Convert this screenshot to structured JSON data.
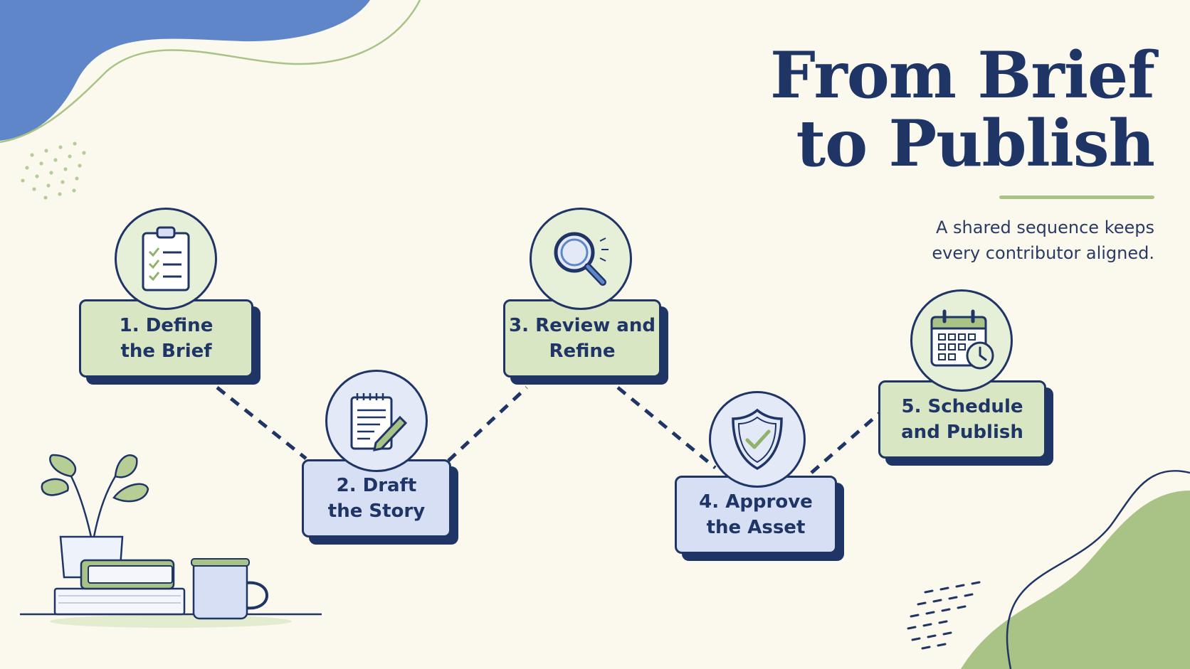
{
  "title": {
    "line1": "From Brief",
    "line2": "to Publish"
  },
  "subtitle": {
    "line1": "A shared sequence keeps",
    "line2": "every contributor aligned."
  },
  "steps": [
    {
      "line1": "1. Define",
      "line2": "the Brief",
      "icon": "clipboard-checklist-icon",
      "color": "#d9e6c3"
    },
    {
      "line1": "2. Draft",
      "line2": "the Story",
      "icon": "notepad-pencil-icon",
      "color": "#d6dff3"
    },
    {
      "line1": "3. Review and",
      "line2": "Refine",
      "icon": "magnifier-icon",
      "color": "#d9e6c3"
    },
    {
      "line1": "4. Approve",
      "line2": "the Asset",
      "icon": "shield-check-icon",
      "color": "#d6dff3"
    },
    {
      "line1": "5. Schedule",
      "line2": "and Publish",
      "icon": "calendar-clock-icon",
      "color": "#d9e6c3"
    }
  ],
  "colors": {
    "navy": "#1f3566",
    "green": "#d9e6c3",
    "blue": "#d6dff3",
    "accent_green": "#a9c386",
    "accent_blue": "#5f86c9",
    "background": "#fbf8ee"
  }
}
